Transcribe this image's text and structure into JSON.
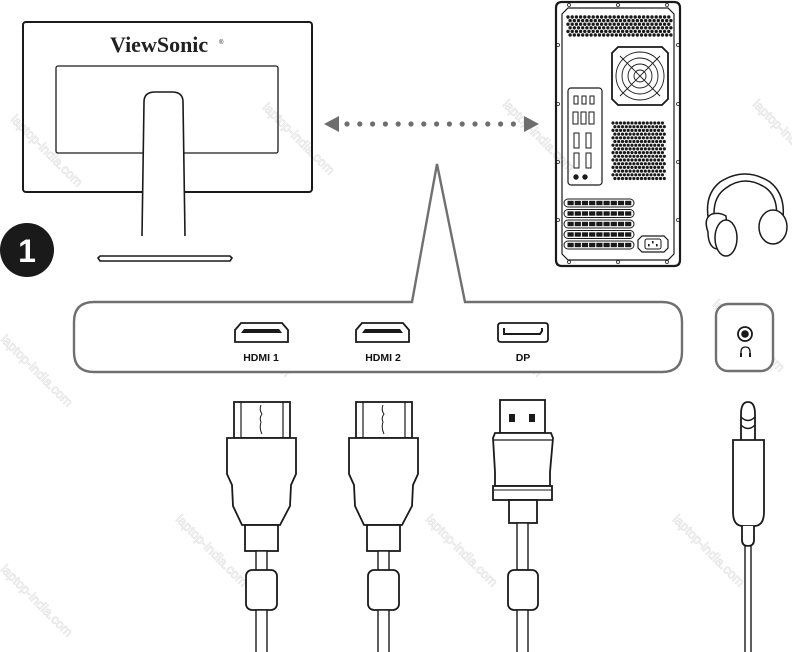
{
  "diagram": {
    "title": "Monitor connection diagram",
    "step_number": "1",
    "monitor": {
      "brand": "ViewSonic",
      "registered_mark": "®"
    },
    "connection_arrow": "bidirectional-dotted-arrow",
    "ports": [
      {
        "id": "hdmi1",
        "label": "HDMI 1",
        "icon": "hdmi-port-icon"
      },
      {
        "id": "hdmi2",
        "label": "HDMI 2",
        "icon": "hdmi-port-icon"
      },
      {
        "id": "dp",
        "label": "DP",
        "icon": "displayport-port-icon"
      }
    ],
    "audio_port": {
      "icon": "headphone-jack-icon"
    },
    "cables": [
      {
        "id": "hdmi-cable-1",
        "type": "HDMI"
      },
      {
        "id": "hdmi-cable-2",
        "type": "HDMI"
      },
      {
        "id": "dp-cable",
        "type": "DisplayPort"
      },
      {
        "id": "audio-cable",
        "type": "3.5mm audio"
      }
    ],
    "devices": [
      "computer-tower",
      "headphones"
    ],
    "watermark": "laptop-india.com",
    "colors": {
      "line": "#1a1a1a",
      "callout": "#707070",
      "arrow": "#6e6e6e",
      "watermark": "#e6e6e6"
    }
  }
}
